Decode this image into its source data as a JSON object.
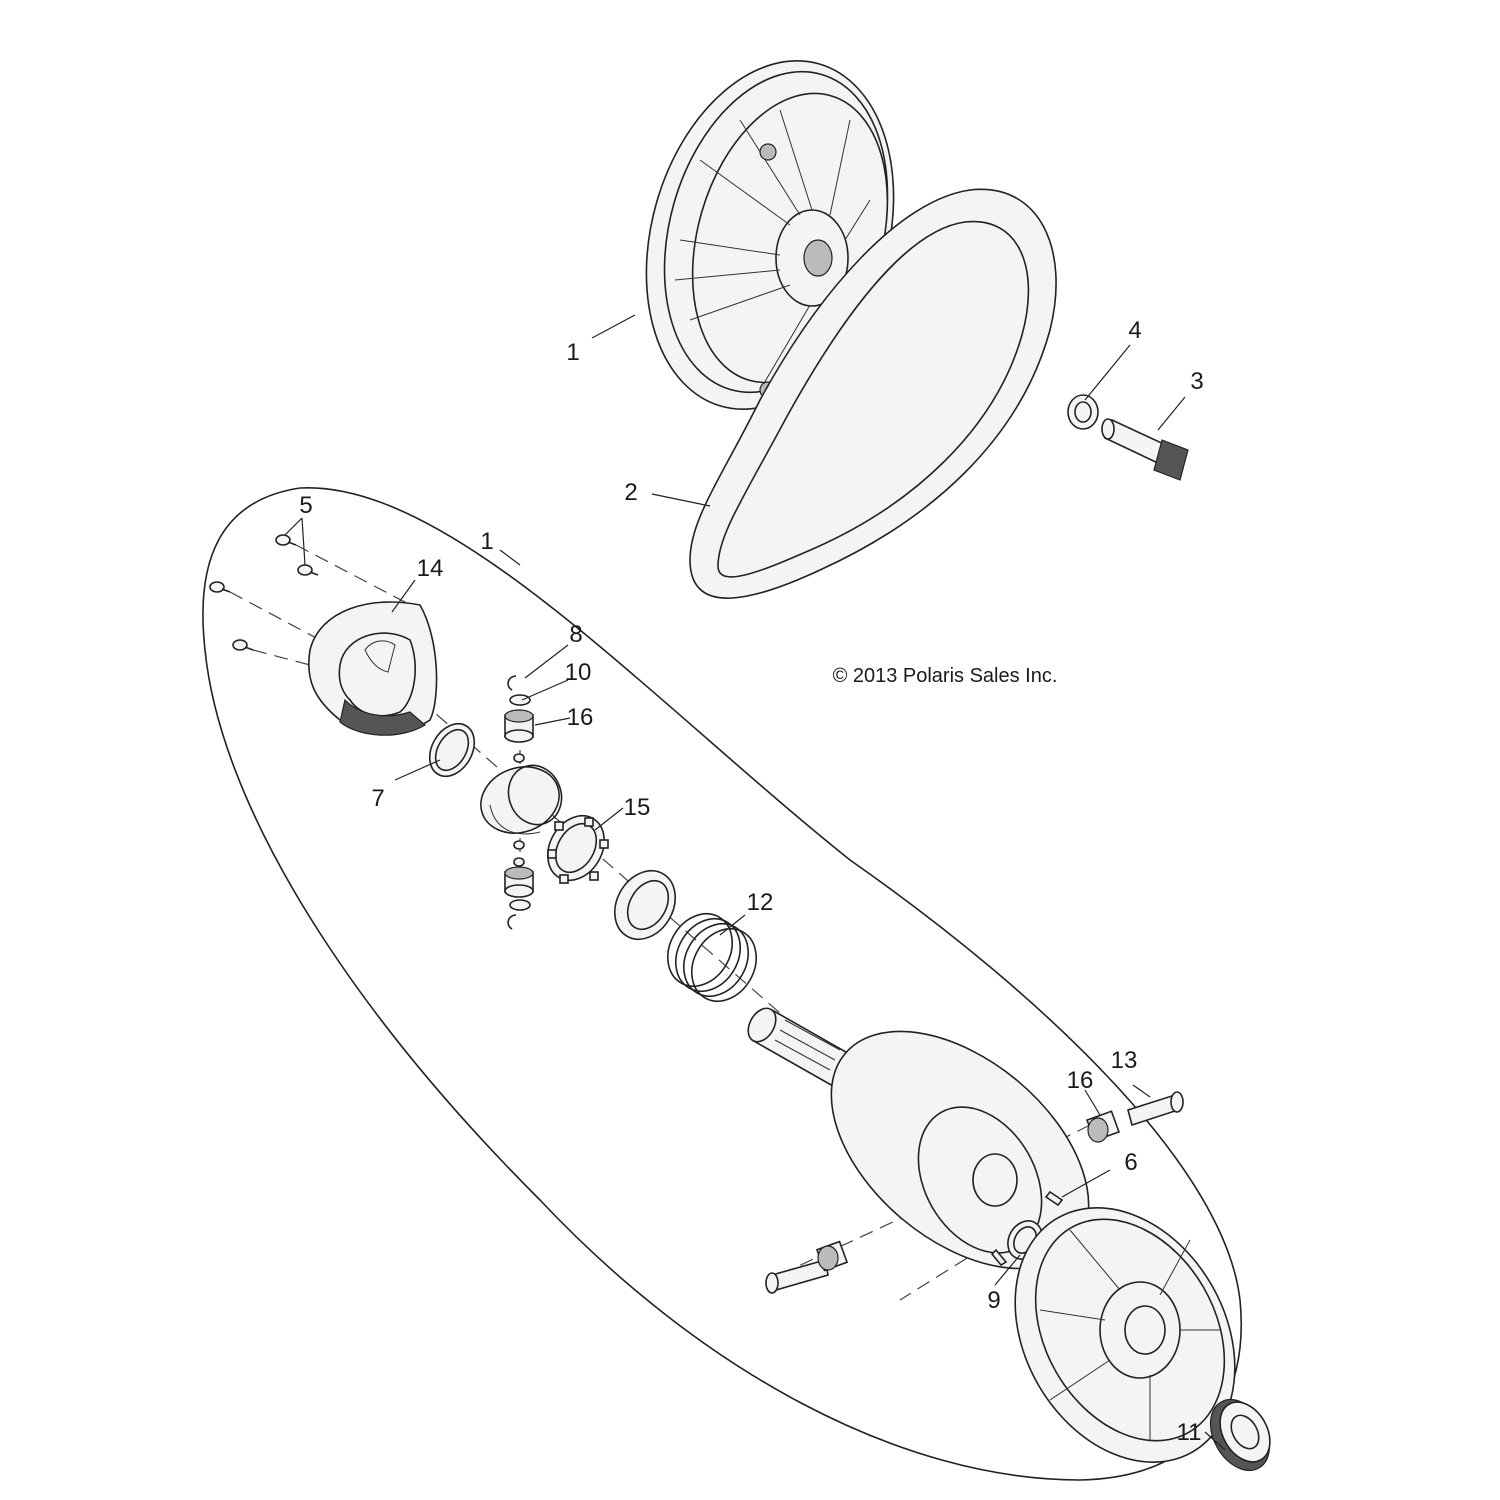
{
  "diagram": {
    "copyright": "© 2013 Polaris Sales Inc.",
    "callouts": {
      "c1_top": "1",
      "c1_group": "1",
      "c2": "2",
      "c3": "3",
      "c4": "4",
      "c5": "5",
      "c6": "6",
      "c7": "7",
      "c8": "8",
      "c9": "9",
      "c10": "10",
      "c11": "11",
      "c12": "12",
      "c13": "13",
      "c14": "14",
      "c15": "15",
      "c16_upper": "16",
      "c16_lower": "16"
    }
  }
}
